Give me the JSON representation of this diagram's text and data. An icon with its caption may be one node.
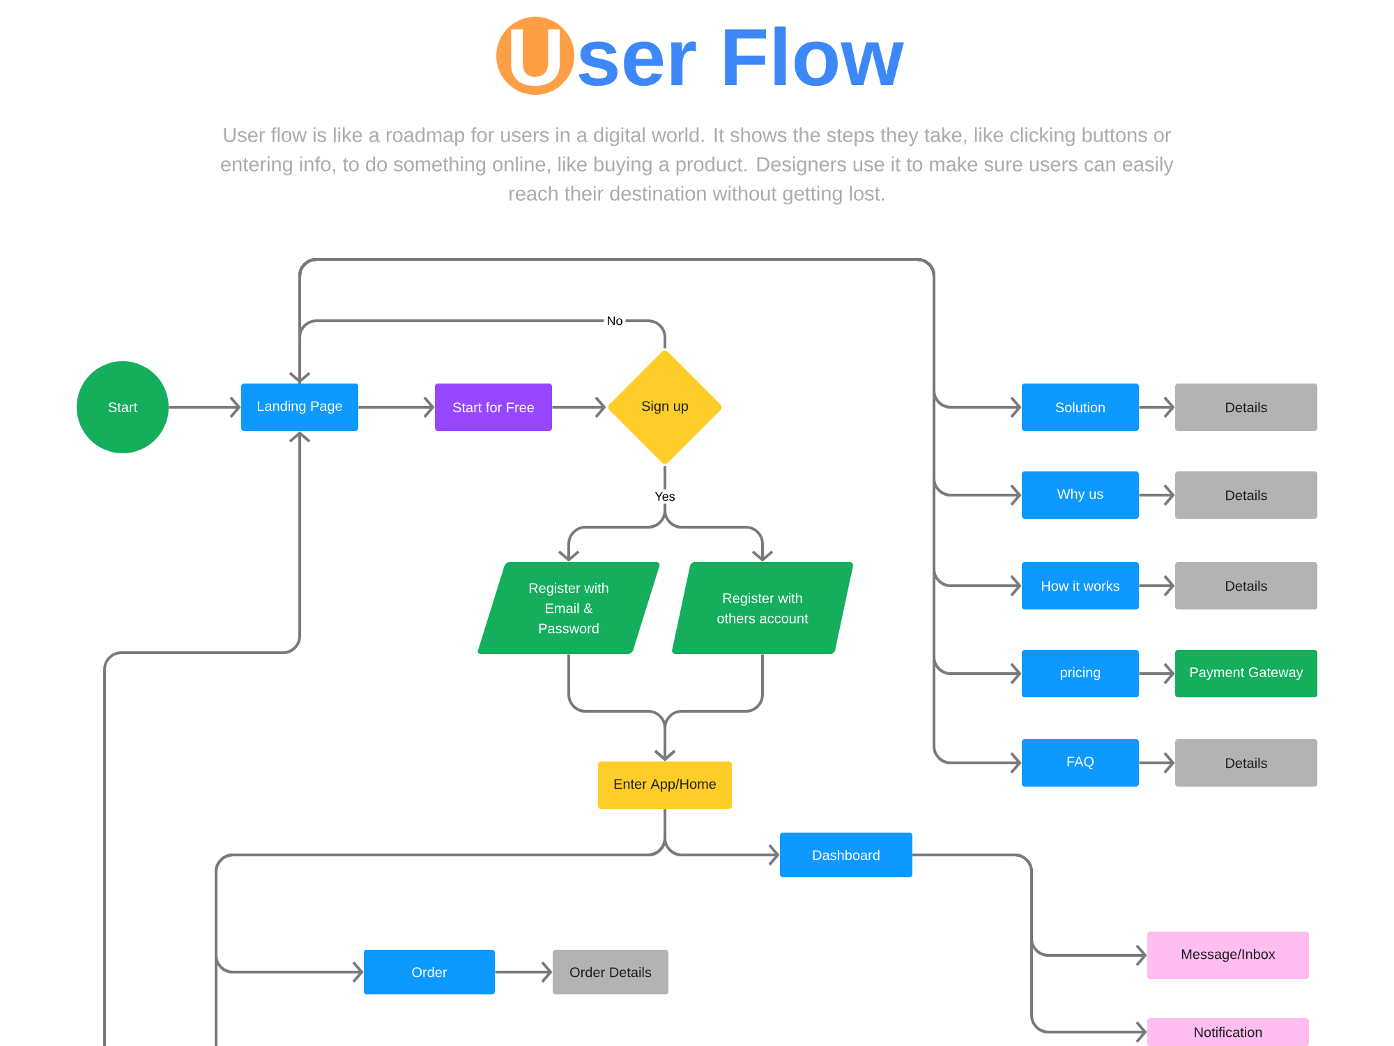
{
  "diagram": {
    "title": "User Flow",
    "caption": "User flow is like a roadmap for users in a digital world. It shows the steps they take, like clicking buttons or entering info, to do something online, like buying a product. Designers use it to make sure users can easily reach their destination without getting lost.",
    "nodes": [
      {
        "text": [
          "Start"
        ]
      },
      {
        "text": [
          "Landing Page"
        ]
      },
      {
        "text": [
          "Start for Free"
        ]
      },
      {
        "text": [
          "Sign up"
        ]
      },
      {
        "text": [
          "Solution"
        ]
      },
      {
        "text": [
          "Details"
        ]
      },
      {
        "text": [
          "Why us"
        ]
      },
      {
        "text": [
          "Details"
        ]
      },
      {
        "text": [
          "How it works"
        ]
      },
      {
        "text": [
          "Details"
        ]
      },
      {
        "text": [
          "pricing"
        ]
      },
      {
        "text": [
          "Payment Gateway"
        ]
      },
      {
        "text": [
          "FAQ"
        ]
      },
      {
        "text": [
          "Details"
        ]
      },
      {
        "text": [
          "Register with Email & Password"
        ]
      },
      {
        "text": [
          "Register with others account"
        ]
      },
      {
        "text": [
          "Enter App/Home"
        ]
      },
      {
        "text": [
          "Dashboard"
        ]
      },
      {
        "text": [
          "Order"
        ]
      },
      {
        "text": [
          "Order Details"
        ]
      },
      {
        "text": [
          "Message/Inbox"
        ]
      },
      {
        "text": [
          "Notification"
        ]
      }
    ],
    "edges": [
      {
        "from": 0,
        "to": 1,
        "arrow": "to"
      },
      {
        "from": 1,
        "to": 2,
        "arrow": "to"
      },
      {
        "from": 2,
        "to": 3,
        "arrow": "to"
      },
      {
        "from": 3,
        "to": 1,
        "arrow": "to",
        "label": "No"
      },
      {
        "from": 3,
        "to": 14,
        "arrow": "to",
        "label": "Yes"
      },
      {
        "from": 3,
        "to": 15,
        "arrow": "to"
      },
      {
        "from": 1,
        "to": 4,
        "arrow": "to"
      },
      {
        "from": 1,
        "to": 6,
        "arrow": "to"
      },
      {
        "from": 1,
        "to": 8,
        "arrow": "to"
      },
      {
        "from": 1,
        "to": 10,
        "arrow": "to"
      },
      {
        "from": 1,
        "to": 12,
        "arrow": "to"
      },
      {
        "from": 4,
        "to": 5,
        "arrow": "to"
      },
      {
        "from": 6,
        "to": 7,
        "arrow": "to"
      },
      {
        "from": 8,
        "to": 9,
        "arrow": "to"
      },
      {
        "from": 10,
        "to": 11,
        "arrow": "to"
      },
      {
        "from": 12,
        "to": 13,
        "arrow": "to"
      },
      {
        "from": 14,
        "to": 16,
        "arrow": "to"
      },
      {
        "from": 15,
        "to": 16,
        "arrow": "to"
      },
      {
        "from": 16,
        "to": 17,
        "arrow": "to"
      },
      {
        "from": 16,
        "to": 18,
        "arrow": "to"
      },
      {
        "from": 16,
        "to": null,
        "arrow": "none"
      },
      {
        "from": 18,
        "to": 19,
        "arrow": "to"
      },
      {
        "from": 17,
        "to": 20,
        "arrow": "to"
      },
      {
        "from": 17,
        "to": 21,
        "arrow": "to"
      },
      {
        "from": null,
        "to": 1,
        "arrow": "to"
      }
    ]
  }
}
